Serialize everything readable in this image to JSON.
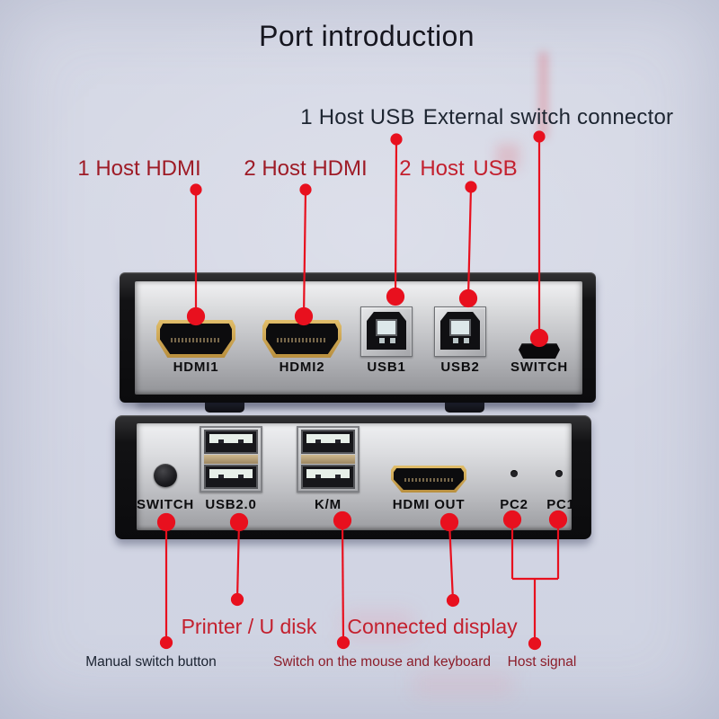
{
  "title": "Port introduction",
  "colors": {
    "background": "#d4d7e4",
    "accent_red_line": "#e8101e",
    "label_dark": "#1d2531",
    "label_dark_red": "#9e1b26",
    "label_red": "#c3202e"
  },
  "annotations": {
    "top": [
      {
        "text": "1 Host USB"
      },
      {
        "text": "External switch connector"
      },
      {
        "text": "1 Host HDMI"
      },
      {
        "text": "2 Host HDMI"
      },
      {
        "text": "2 Host USB"
      }
    ],
    "bottom": [
      {
        "text": "Printer / U disk"
      },
      {
        "text": "Connected display"
      },
      {
        "text": "Manual switch button"
      },
      {
        "text": "Switch on the mouse and keyboard"
      },
      {
        "text": "Host signal"
      }
    ]
  },
  "back_panel": {
    "ports": [
      {
        "label": "HDMI1",
        "type": "hdmi-port"
      },
      {
        "label": "HDMI2",
        "type": "hdmi-port"
      },
      {
        "label": "USB1",
        "type": "usb-b-port"
      },
      {
        "label": "USB2",
        "type": "usb-b-port"
      },
      {
        "label": "SWITCH",
        "type": "micro-usb-port"
      }
    ]
  },
  "front_panel": {
    "ports": [
      {
        "label": "SWITCH",
        "type": "push-button"
      },
      {
        "label": "USB2.0",
        "type": "dual-usb-a-port"
      },
      {
        "label": "K/M",
        "type": "dual-usb-a-port"
      },
      {
        "label": "HDMI OUT",
        "type": "hdmi-port"
      },
      {
        "label": "PC2",
        "type": "led-indicator"
      },
      {
        "label": "PC1",
        "type": "led-indicator"
      }
    ]
  }
}
